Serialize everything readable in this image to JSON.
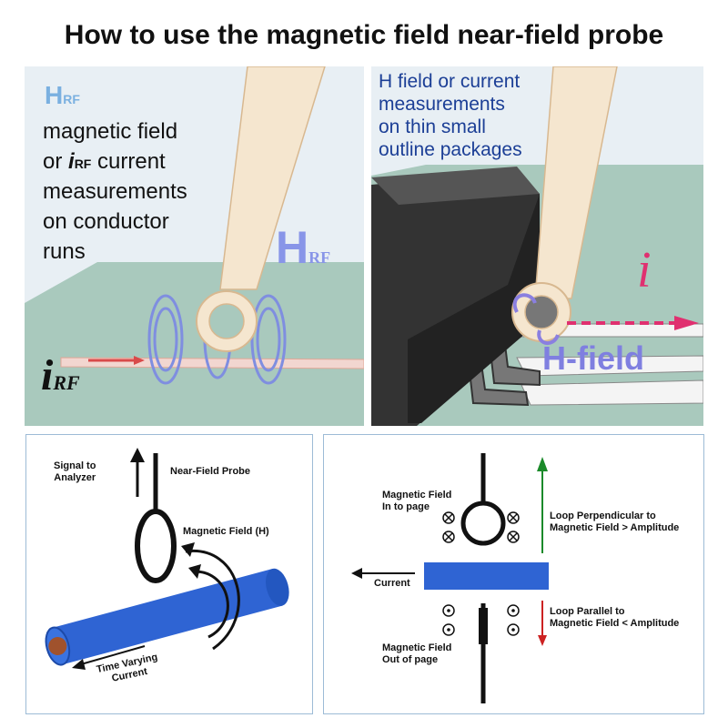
{
  "title": "How to use the magnetic field near-field probe",
  "panel_top_left": {
    "h_letter": "H",
    "h_sub": "RF",
    "lines": [
      "magnetic field",
      "current",
      "measurements",
      "on conductor",
      "runs"
    ],
    "or_word": "or",
    "i_letter": "i",
    "i_sub": "RF",
    "h_label": "H",
    "h_label_sub": "RF",
    "i_label": "i",
    "i_label_sub": "RF"
  },
  "panel_top_right": {
    "lines": [
      "H field or current",
      "measurements",
      "on thin small",
      "outline packages"
    ],
    "i_label": "i",
    "hfield_label": "H-field"
  },
  "panel_bottom_left": {
    "signal_label_1": "Signal to",
    "signal_label_2": "Analyzer",
    "probe_label": "Near-Field Probe",
    "field_label": "Magnetic Field (H)",
    "current_label_1": "Time Varying",
    "current_label_2": "Current"
  },
  "panel_bottom_right": {
    "in_label_1": "Magnetic Field",
    "in_label_2": "In to page",
    "perp_label_1": "Loop Perpendicular to",
    "perp_label_2": "Magnetic Field > Amplitude",
    "current_label": "Current",
    "par_label_1": "Loop Parallel to",
    "par_label_2": "Magnetic Field < Amplitude",
    "out_label_1": "Magnetic Field",
    "out_label_2": "Out of page"
  },
  "colors": {
    "board": "#a9c9bd",
    "trace": "#f2d6d0",
    "probe": "#f5e6cf",
    "field_loops": "#7f8ee0",
    "accent_pink": "#d94a6a",
    "dark_blue": "#1c3f96",
    "conductor": "#2f64d3",
    "green": "#1b8a2a",
    "red": "#cc2222"
  }
}
